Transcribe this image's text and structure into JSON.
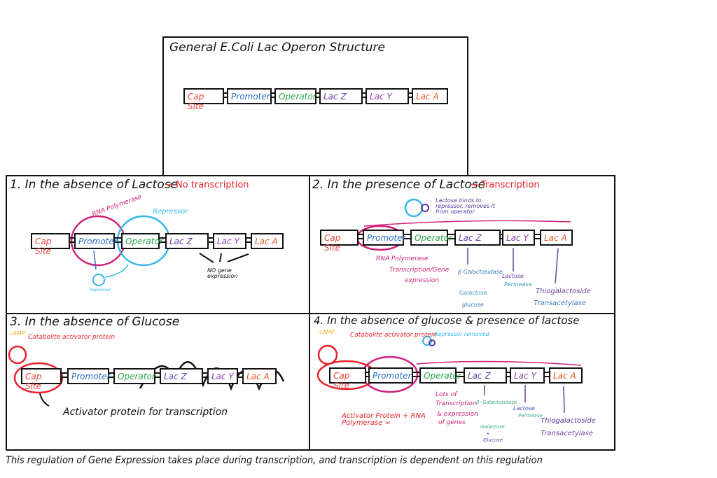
{
  "genes": [
    "Cap Site",
    "Promoter",
    "Operator",
    "Lac Z",
    "Lac Y",
    "Lac A"
  ],
  "gene_colors": [
    "#e8433a",
    "#2a6fc9",
    "#2aa64a",
    "#6a3fa0",
    "#9040b0",
    "#e85a2a"
  ],
  "top": {
    "title": "General E.Coli Lac Operon Structure"
  },
  "p1": {
    "title": "1. In the absence of Lactose",
    "result": "→ No transcription",
    "rna": "RNA Polymerase",
    "repressor": "Repressor",
    "repressor_small": "Repressor",
    "no_expr": "NO gene expression"
  },
  "p2": {
    "title": "2. In the presence of Lactose",
    "result": "→ Transcription",
    "lactose_note": "Lactose binds to repressor, removes it from operator",
    "rna": "RNA Polymerase",
    "trans": "Transcription/Gene",
    "expr": "expression",
    "bgal": "β Galactosidase",
    "galactose": "Galactose",
    "glucose": "glucose",
    "permease1": "Lactose",
    "permease2": "Permease",
    "thio1": "Thiogalactoside",
    "thio2": "Transacetylase"
  },
  "p3": {
    "title": "3. In the absence of Glucose",
    "camp": "cAMP",
    "cap": "Catabolite activator protein",
    "activator": "Activator protein for transcription"
  },
  "p4": {
    "title": "4. In the absence of glucose & presence of lactose",
    "camp": "cAMP",
    "cap": "Catabolite activator protein",
    "repressor": "Repressor removed",
    "equation": "Activator Protein + RNA Polymerase =",
    "lots1": "Lots of",
    "lots2": "Transcription",
    "lots3": "& expression",
    "lots4": "of genes",
    "bgal": "β- Galactosidase",
    "galactose": "Galactose",
    "plus": "+",
    "glucose": "Glucose",
    "permease1": "Lactose",
    "permease2": "Permease",
    "thio1": "Thiogalactoside",
    "thio2": "Transacetylase"
  },
  "footer": "This regulation of Gene Expression takes place during transcription, and transcription is dependent on this regulation"
}
